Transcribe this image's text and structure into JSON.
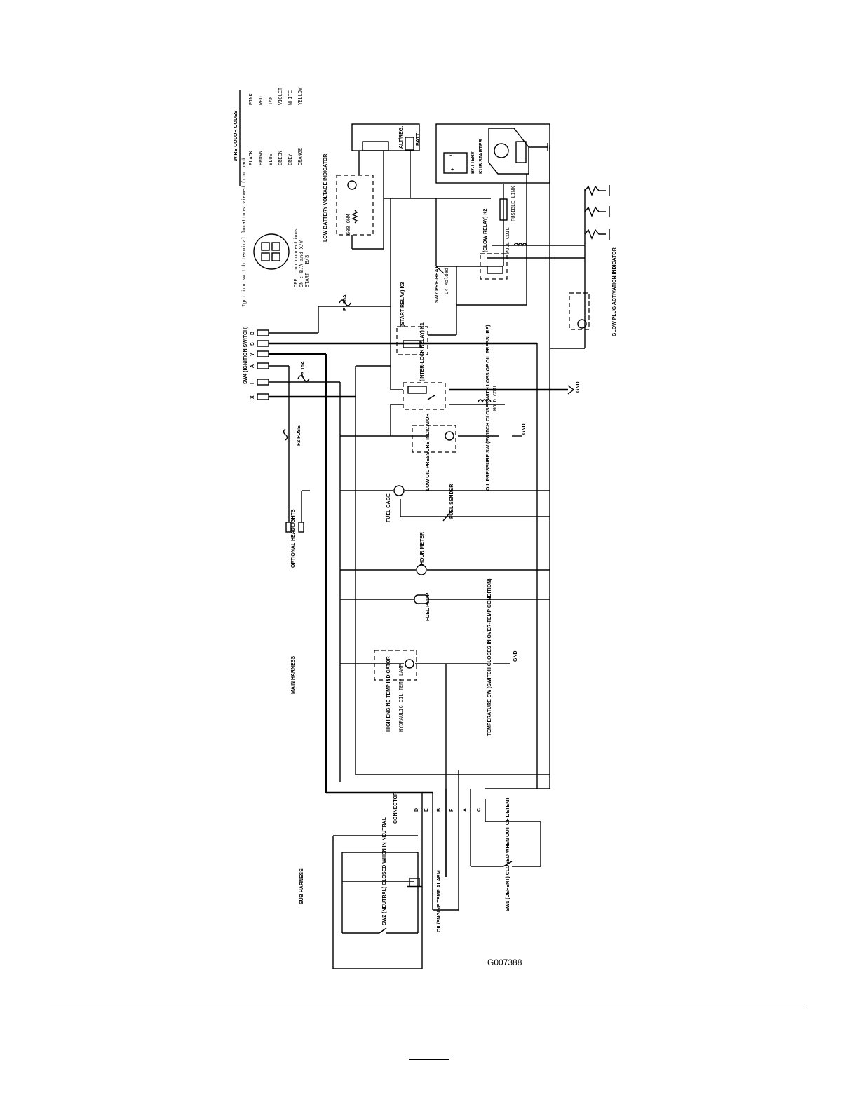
{
  "figure_id": "G007388",
  "wire_color_codes": {
    "title": "WIRE COLOR CODES",
    "left": [
      "BLACK",
      "BROWN",
      "BLUE",
      "GREEN",
      "GREY",
      "ORANGE"
    ],
    "right": [
      "PINK",
      "RED",
      "TAN",
      "VIOLET",
      "WHITE",
      "YELLOW"
    ]
  },
  "ignition_switch": {
    "title": "Ignition switch terminal locations viewed from back",
    "positions": [
      "OFF : no connections",
      "ON : B/A and X/Y",
      "START : B/S"
    ]
  },
  "labels": {
    "low_battery": "LOW BATTERY VOLTAGE INDICATOR",
    "ohm_600": "600 OHM",
    "alt_reg": "ALT/REG.",
    "batt": "BATT",
    "battery": "BATTERY",
    "kub_starter": "KUB.STARTER",
    "fusible_link": "FUSIBLE LINK",
    "glow_relay": "(GLOW RELAY) K2",
    "pull_coil": "PULL COIL",
    "hold_coil": "HOLD COIL",
    "glow_plug_ind": "GLOW PLUG ACTIVATION INDICATOR",
    "sw7": "SW7 PRE-HEAT",
    "d4": "D4 Molded",
    "f1": "F1 30A",
    "start_relay": "(START RELAY) K3",
    "interlock_relay": "(INTER-LOCK RELAY) K1",
    "sw4": "SW4 (IGNITION SWITCH)",
    "f3": "F3 10A",
    "f2": "F2 FUSE",
    "gnd": "GND",
    "low_oil": "LOW OIL PRESSURE INDICATOR",
    "oil_sw": "OIL PRESSURE SW (SWITCH CLOSES WITH LOSS OF OIL PRESSURE)",
    "fuel_gage": "FUEL GAGE",
    "fuel_sender": "FUEL SENDER",
    "hour_meter": "HOUR METER",
    "fuel_pump": "FUEL PUMP",
    "high_temp": "HIGH ENGINE TEMP INDICATOR",
    "hyd_oil": "HYDRAULIC OIL TEMP LAMP",
    "temp_sw": "TEMPERATURE SW (SWITCH CLOSES IN OVER-TEMP CONDITION)",
    "main_harness": "MAIN HARNESS",
    "sub_harness": "SUB HARNESS",
    "connector": "CONNECTOR",
    "optional_headlights": "OPTIONAL HEADLIGHTS",
    "sw2": "SW2 (NEUTRAL) CLOSED WHEN IN NEUTRAL",
    "oil_alarm": "OIL/ENGINE TEMP ALARM",
    "sw5": "SW5 (DEFENT) CLOSED WHEN OUT OF DETENT",
    "connector_pins": [
      "D",
      "E",
      "B",
      "F",
      "A",
      "C"
    ],
    "ign_terminals": [
      "B",
      "S",
      "Y",
      "A",
      "I",
      "X"
    ]
  }
}
